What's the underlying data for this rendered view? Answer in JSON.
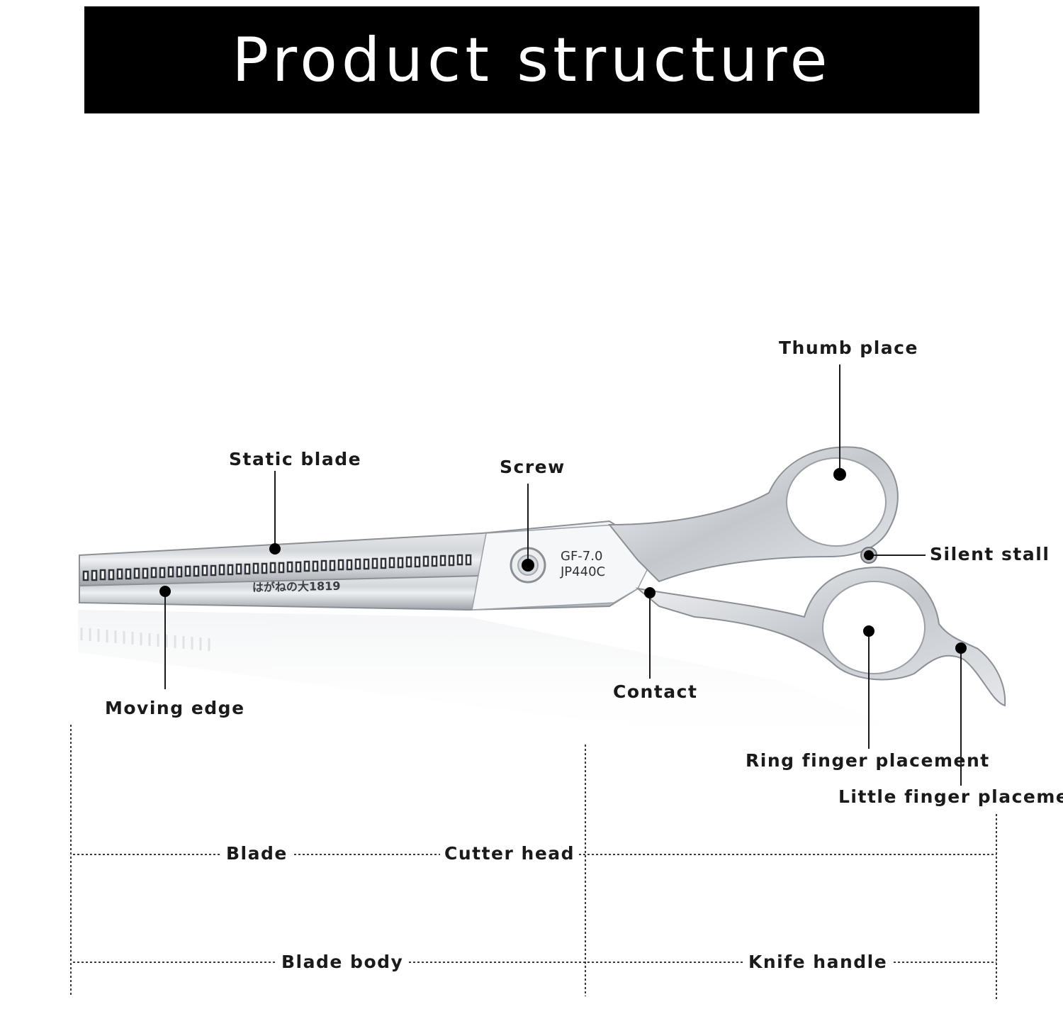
{
  "title": "Product structure",
  "product_marks": {
    "model": "GF-7.0",
    "steel": "JP440C",
    "brand": "はがねの大1819"
  },
  "parts": {
    "static_blade": "Static blade",
    "screw": "Screw",
    "thumb_place": "Thumb place",
    "silent_stall": "Silent stall",
    "moving_edge": "Moving edge",
    "contact": "Contact",
    "ring_finger": "Ring finger placement",
    "little_finger": "Little finger placement"
  },
  "sections": {
    "blade": "Blade",
    "cutter_head": "Cutter head",
    "blade_body": "Blade body",
    "knife_handle": "Knife handle"
  },
  "colors": {
    "title_bg": "#000000",
    "title_fg": "#ffffff",
    "steel": "#c9cdd2"
  }
}
